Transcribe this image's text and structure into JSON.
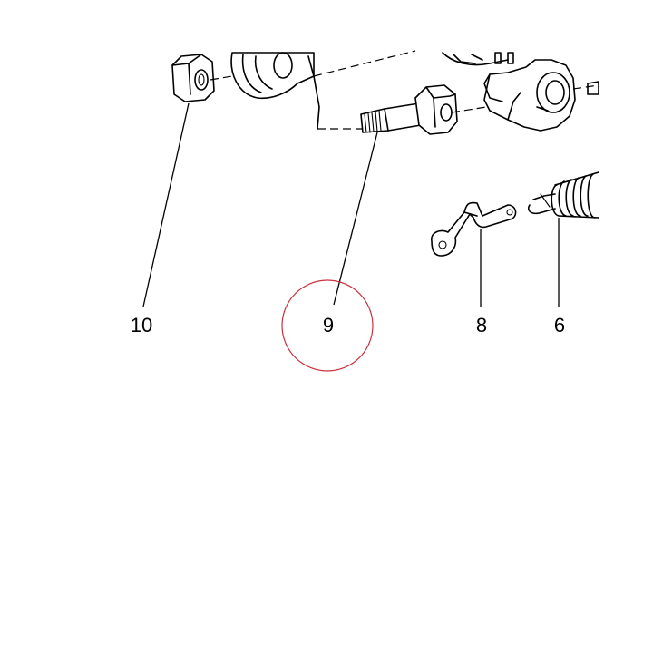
{
  "diagram": {
    "callouts": [
      {
        "id": "10",
        "label": "10"
      },
      {
        "id": "9",
        "label": "9",
        "highlighted": true
      },
      {
        "id": "8",
        "label": "8"
      },
      {
        "id": "6",
        "label": "6"
      }
    ],
    "highlight_color": "#c8323c",
    "line_color": "#000000",
    "background": "#ffffff"
  }
}
